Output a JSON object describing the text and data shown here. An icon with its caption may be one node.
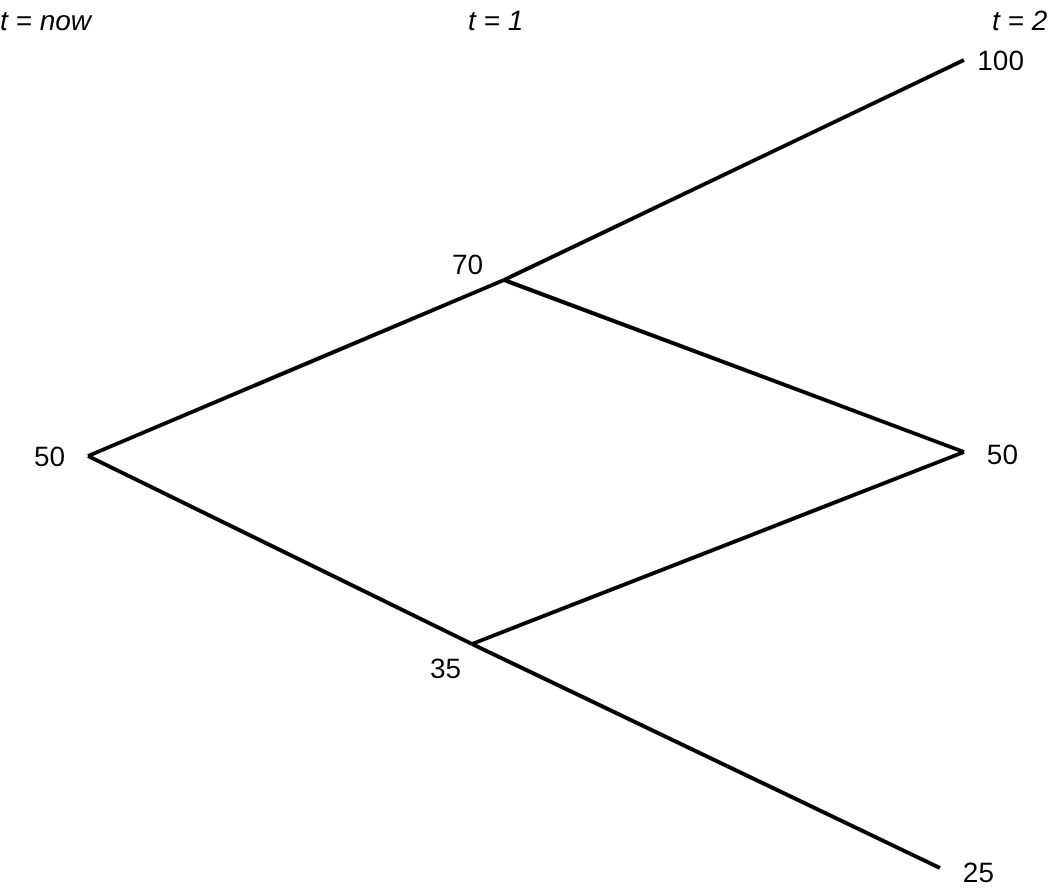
{
  "diagram": {
    "nodes": [
      {
        "text": [
          "50"
        ]
      },
      {
        "text": [
          "70"
        ]
      },
      {
        "text": [
          "35"
        ]
      },
      {
        "text": [
          "100"
        ]
      },
      {
        "text": [
          "50"
        ]
      },
      {
        "text": [
          "25"
        ]
      }
    ],
    "edges": [
      {
        "from": 0,
        "to": 1,
        "arrow": "none"
      },
      {
        "from": 0,
        "to": 2,
        "arrow": "none"
      },
      {
        "from": 1,
        "to": 3,
        "arrow": "none"
      },
      {
        "from": 1,
        "to": 4,
        "arrow": "none"
      },
      {
        "from": 2,
        "to": 4,
        "arrow": "none"
      },
      {
        "from": 2,
        "to": 5,
        "arrow": "none"
      }
    ],
    "labels": [
      "t = now",
      "t = 1",
      "t = 2"
    ]
  }
}
